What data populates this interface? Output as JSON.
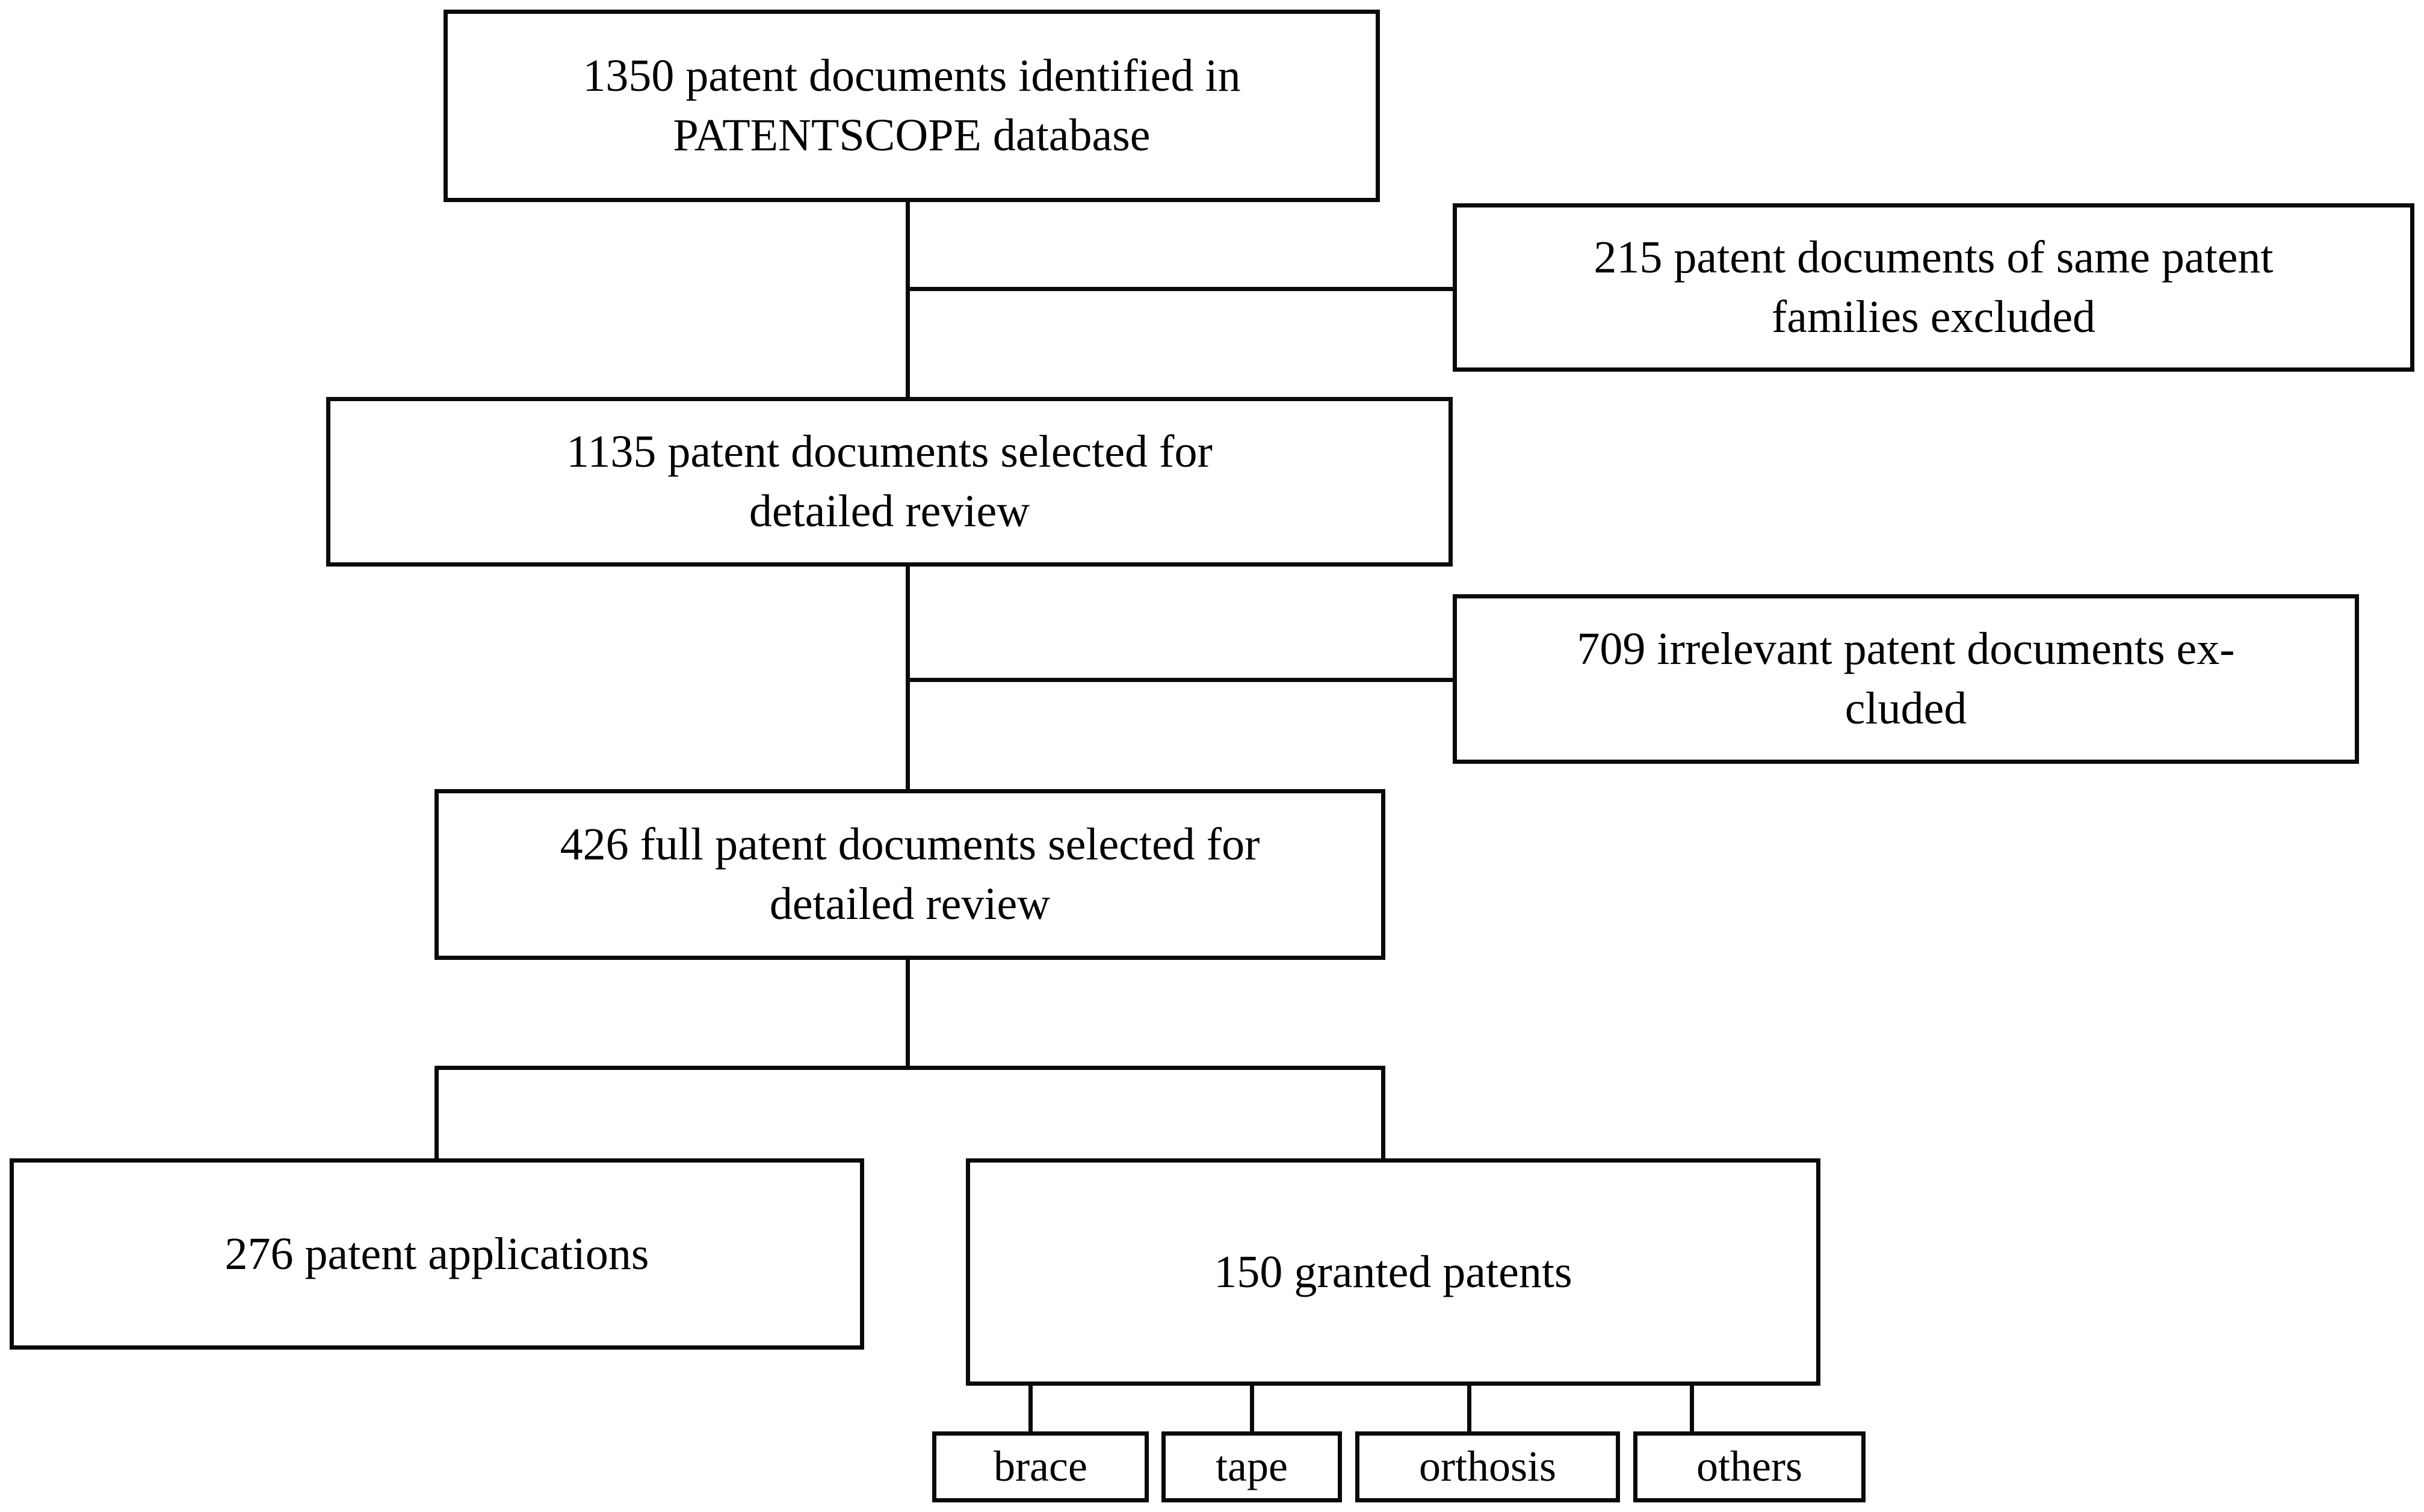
{
  "diagram": {
    "title": "Patent document selection flowchart",
    "type": "flowchart",
    "colors": {
      "line": "#0a0a0a",
      "box_fill": "#ffffff",
      "background": "#ffffff",
      "text": "#000000"
    },
    "nodes": {
      "identified": {
        "id": "identified",
        "label": "1350 patent documents identified in\nPATENTSCOPE database",
        "count": 1350,
        "stage": "identification"
      },
      "excluded_families": {
        "id": "excluded-families",
        "label": "215 patent documents of same patent\nfamilies excluded",
        "count": 215,
        "stage": "exclusion"
      },
      "selected_review": {
        "id": "selected-review",
        "label": "1135 patent documents selected for\ndetailed review",
        "count": 1135,
        "stage": "screening"
      },
      "excluded_irrelevant": {
        "id": "excluded-irrelevant",
        "label": "709 irrelevant patent documents ex-\ncluded",
        "count": 709,
        "stage": "exclusion"
      },
      "full_review": {
        "id": "full-review",
        "label": "426 full patent documents selected for\ndetailed review",
        "count": 426,
        "stage": "eligibility"
      },
      "applications": {
        "id": "applications",
        "label": "276 patent applications",
        "count": 276,
        "stage": "included"
      },
      "granted": {
        "id": "granted",
        "label": "150 granted patents",
        "count": 150,
        "stage": "included"
      }
    },
    "categories": [
      {
        "id": "brace",
        "label": "brace"
      },
      {
        "id": "tape",
        "label": "tape"
      },
      {
        "id": "orthosis",
        "label": "orthosis"
      },
      {
        "id": "others",
        "label": "others"
      }
    ]
  },
  "chart_data": {
    "type": "diagram",
    "title": "Patent document selection flowchart",
    "flow": [
      {
        "from": "identified",
        "to": "selected_review",
        "kind": "main"
      },
      {
        "from": "identified",
        "to": "excluded_families",
        "kind": "exclusion"
      },
      {
        "from": "selected_review",
        "to": "full_review",
        "kind": "main"
      },
      {
        "from": "selected_review",
        "to": "excluded_irrelevant",
        "kind": "exclusion"
      },
      {
        "from": "full_review",
        "to": "applications",
        "kind": "split"
      },
      {
        "from": "full_review",
        "to": "granted",
        "kind": "split"
      },
      {
        "from": "granted",
        "to": "brace",
        "kind": "category"
      },
      {
        "from": "granted",
        "to": "tape",
        "kind": "category"
      },
      {
        "from": "granted",
        "to": "orthosis",
        "kind": "category"
      },
      {
        "from": "granted",
        "to": "others",
        "kind": "category"
      }
    ],
    "values": {
      "identified": 1350,
      "excluded_families": 215,
      "selected_review": 1135,
      "excluded_irrelevant": 709,
      "full_review": 426,
      "applications": 276,
      "granted": 150
    }
  }
}
